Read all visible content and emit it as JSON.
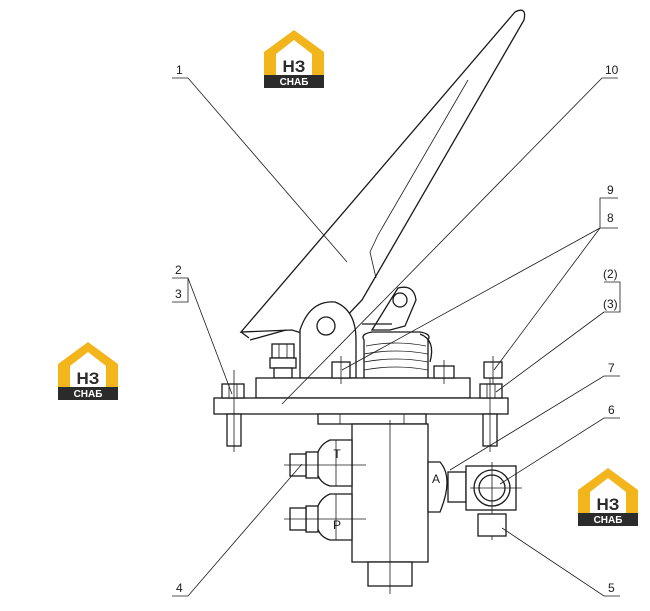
{
  "callouts": {
    "c1": "1",
    "c2": "2",
    "c3": "3",
    "c4": "4",
    "c5": "5",
    "c6": "6",
    "c7": "7",
    "c8": "8",
    "c9": "9",
    "c10": "10",
    "c2p": "(2)",
    "c3p": "(3)"
  },
  "ports": {
    "t": "T",
    "p": "P",
    "a": "A"
  },
  "logo": {
    "letters": "НЗ",
    "caption": "СНАБ",
    "accent": "#f2b51c",
    "dark": "#2b2b2b"
  }
}
